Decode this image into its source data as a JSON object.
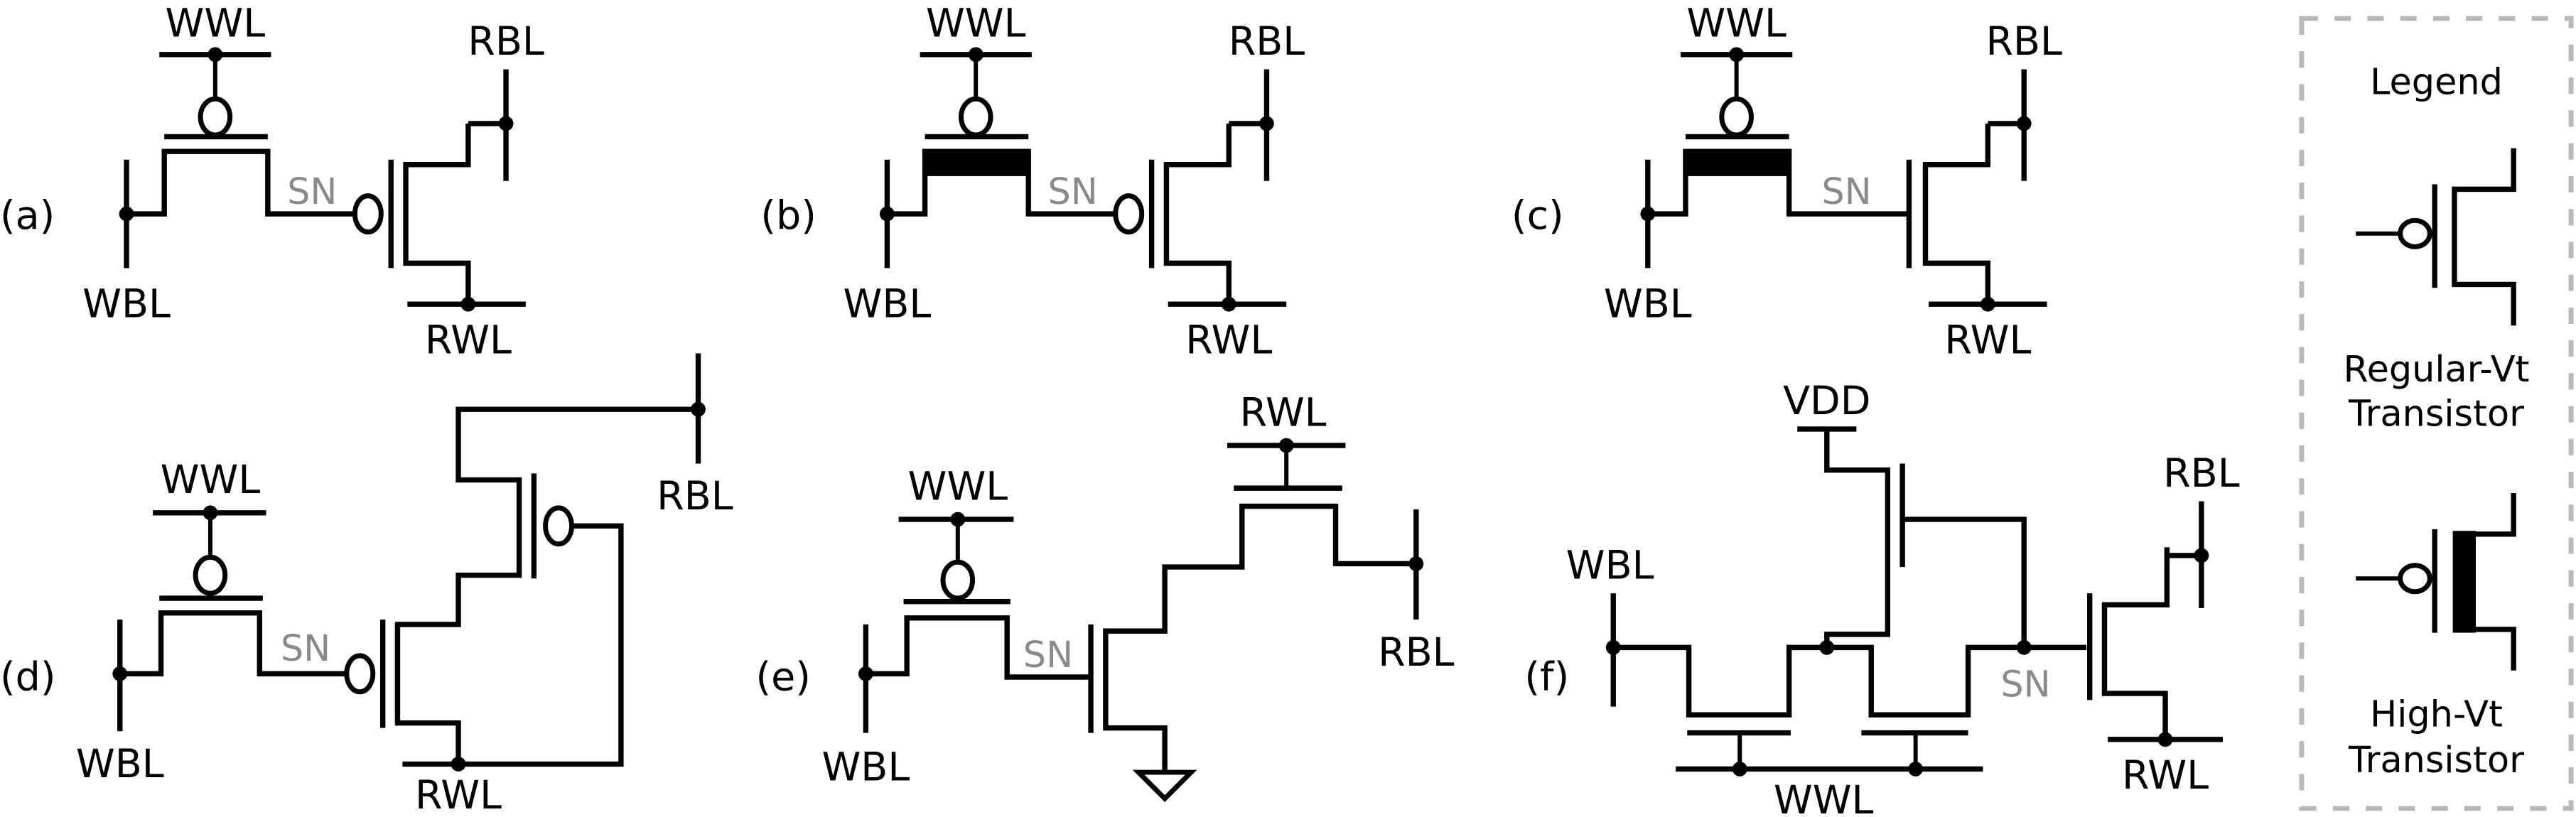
{
  "figure": {
    "panels": [
      {
        "id": "a",
        "label": "(a)",
        "write_transistor": "regular-vt-pmos",
        "read_transistor": "regular-vt-pmos"
      },
      {
        "id": "b",
        "label": "(b)",
        "write_transistor": "high-vt-pmos",
        "read_transistor": "regular-vt-pmos"
      },
      {
        "id": "c",
        "label": "(c)",
        "write_transistor": "high-vt-pmos",
        "read_transistor": "regular-vt-nmos"
      },
      {
        "id": "d",
        "label": "(d)",
        "write_transistor": "regular-vt-pmos",
        "read_transistor": "two-pmos"
      },
      {
        "id": "e",
        "label": "(e)",
        "write_transistor": "regular-vt-pmos",
        "read_transistor": "two-nmos"
      },
      {
        "id": "f",
        "label": "(f)",
        "write_transistor": "two-nmos",
        "read_transistor": "nmos"
      }
    ],
    "nets": {
      "wwl": "WWL",
      "wbl": "WBL",
      "rbl": "RBL",
      "rwl": "RWL",
      "sn": "SN",
      "vdd": "VDD"
    },
    "legend": {
      "title": "Legend",
      "regular_line1": "Regular-Vt",
      "regular_line2": "Transistor",
      "high_line1": "High-Vt",
      "high_line2": "Transistor"
    },
    "colors": {
      "wire": "#000000",
      "sn_label": "#8a8a8a",
      "legend_border": "#b8b8b8"
    }
  }
}
